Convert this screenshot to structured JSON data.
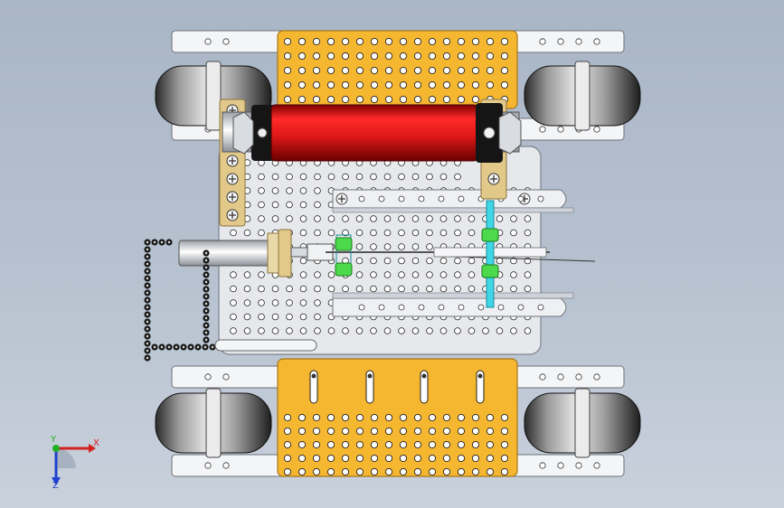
{
  "triad": {
    "x_label": "X",
    "y_label": "Y",
    "z_label": "Z"
  },
  "colors": {
    "background": "#b3bfcd",
    "yellow_plate": "#f5b630",
    "yellow_edge": "#a8761a",
    "gray_plate": "#e6e8ec",
    "gray_edge": "#7d838c",
    "bar_face": "#f4f5f7",
    "cylinder_red": "#e01818",
    "cylinder_dark": "#151515",
    "shaft_cyan": "#3fd6e6",
    "gear_green": "#4cd94c",
    "brass": "#e2c98a",
    "axis_x": "#d42020",
    "axis_y": "#20b020",
    "axis_z": "#2040d0"
  },
  "components": {
    "wheels": 4,
    "yellow_plates": 2,
    "cylinders": 2,
    "chains": 1
  }
}
